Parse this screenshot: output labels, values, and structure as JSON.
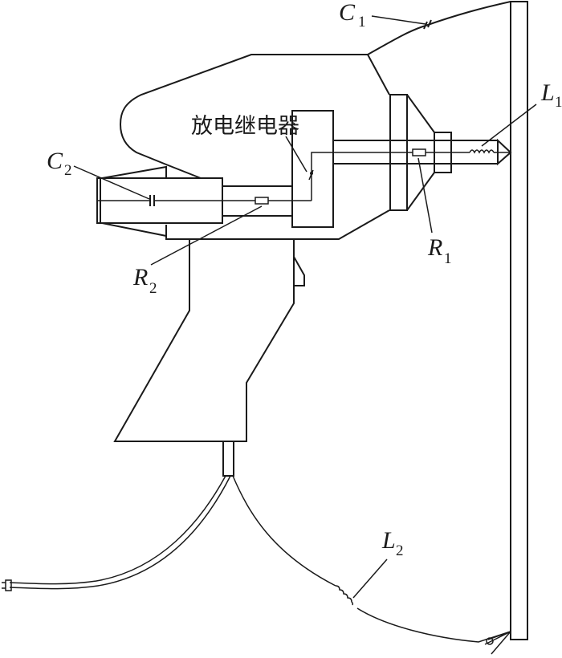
{
  "diagram": {
    "subject": "electric spot-welding gun circuit with discharge relay",
    "colors": {
      "stroke": "#1a1a1a",
      "background": "#ffffff"
    },
    "relay_label": "放电继电器",
    "components": [
      {
        "id": "C1",
        "letter": "C",
        "subscript": "1",
        "kind": "capacitor"
      },
      {
        "id": "C2",
        "letter": "C",
        "subscript": "2",
        "kind": "capacitor"
      },
      {
        "id": "L1",
        "letter": "L",
        "subscript": "1",
        "kind": "inductor"
      },
      {
        "id": "L2",
        "letter": "L",
        "subscript": "2",
        "kind": "inductor"
      },
      {
        "id": "R1",
        "letter": "R",
        "subscript": "1",
        "kind": "resistor"
      },
      {
        "id": "R2",
        "letter": "R",
        "subscript": "2",
        "kind": "resistor"
      }
    ]
  }
}
